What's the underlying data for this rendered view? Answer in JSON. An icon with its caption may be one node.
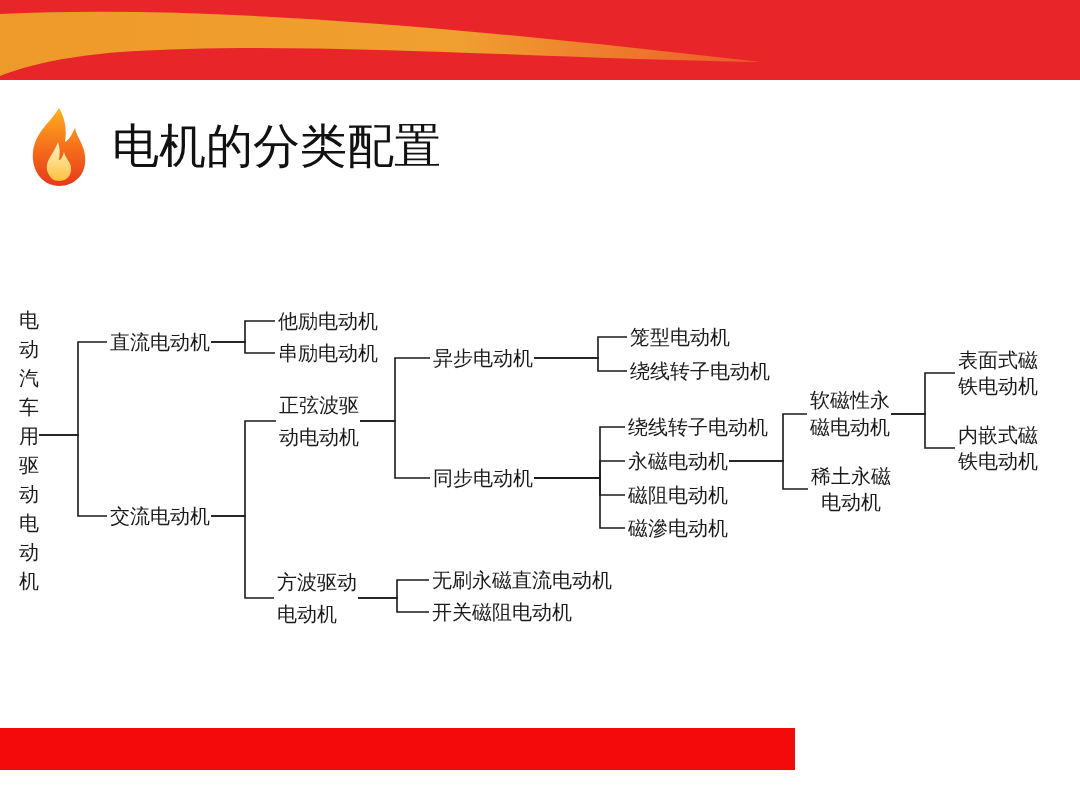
{
  "diagram": {
    "title": "电机的分类配置",
    "nodes": [
      {
        "text": [
          "电动汽车用驱动电动机"
        ]
      },
      {
        "text": [
          "直流电动机"
        ]
      },
      {
        "text": [
          "他励电动机"
        ]
      },
      {
        "text": [
          "串励电动机"
        ]
      },
      {
        "text": [
          "交流电动机"
        ]
      },
      {
        "text": [
          "正弦波驱动电动机"
        ]
      },
      {
        "text": [
          "异步电动机"
        ]
      },
      {
        "text": [
          "笼型电动机"
        ]
      },
      {
        "text": [
          "绕线转子电动机"
        ]
      },
      {
        "text": [
          "同步电动机"
        ]
      },
      {
        "text": [
          "绕线转子电动机"
        ]
      },
      {
        "text": [
          "永磁电动机"
        ]
      },
      {
        "text": [
          "软磁性永磁电动机"
        ]
      },
      {
        "text": [
          "表面式磁铁电动机"
        ]
      },
      {
        "text": [
          "内嵌式磁铁电动机"
        ]
      },
      {
        "text": [
          "稀土永磁电动机"
        ]
      },
      {
        "text": [
          "磁阻电动机"
        ]
      },
      {
        "text": [
          "磁滲电动机"
        ]
      },
      {
        "text": [
          "方波驱动电动机"
        ]
      },
      {
        "text": [
          "无刷永磁直流电动机"
        ]
      },
      {
        "text": [
          "开关磁阻电动机"
        ]
      }
    ],
    "edges": [
      {
        "from": 0,
        "to": 1,
        "arrow": "none"
      },
      {
        "from": 0,
        "to": 4,
        "arrow": "none"
      },
      {
        "from": 1,
        "to": 2,
        "arrow": "none"
      },
      {
        "from": 1,
        "to": 3,
        "arrow": "none"
      },
      {
        "from": 4,
        "to": 5,
        "arrow": "none"
      },
      {
        "from": 4,
        "to": 18,
        "arrow": "none"
      },
      {
        "from": 5,
        "to": 6,
        "arrow": "none"
      },
      {
        "from": 5,
        "to": 9,
        "arrow": "none"
      },
      {
        "from": 6,
        "to": 7,
        "arrow": "none"
      },
      {
        "from": 6,
        "to": 8,
        "arrow": "none"
      },
      {
        "from": 9,
        "to": 10,
        "arrow": "none"
      },
      {
        "from": 9,
        "to": 11,
        "arrow": "none"
      },
      {
        "from": 9,
        "to": 16,
        "arrow": "none"
      },
      {
        "from": 9,
        "to": 17,
        "arrow": "none"
      },
      {
        "from": 11,
        "to": 12,
        "arrow": "none"
      },
      {
        "from": 11,
        "to": 15,
        "arrow": "none"
      },
      {
        "from": 12,
        "to": 13,
        "arrow": "none"
      },
      {
        "from": 12,
        "to": 14,
        "arrow": "none"
      },
      {
        "from": 18,
        "to": 19,
        "arrow": "none"
      },
      {
        "from": 18,
        "to": 20,
        "arrow": "none"
      }
    ]
  }
}
